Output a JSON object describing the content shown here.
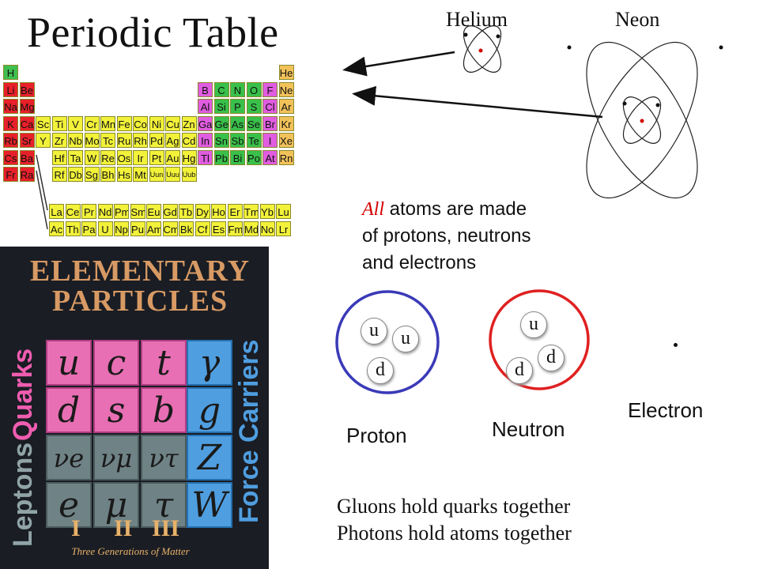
{
  "title": "Periodic Table",
  "atoms": {
    "helium": "Helium",
    "neon": "Neon"
  },
  "statement": {
    "emph": "All",
    "rest_line1": " atoms are made",
    "line2": "of protons, neutrons",
    "line3": "and electrons"
  },
  "particles": {
    "proton": {
      "label": "Proton",
      "quarks": [
        "u",
        "u",
        "d"
      ]
    },
    "neutron": {
      "label": "Neutron",
      "quarks": [
        "u",
        "d",
        "d"
      ]
    },
    "electron": {
      "label": "Electron"
    }
  },
  "footer": {
    "line1": "Gluons hold quarks together",
    "line2": "Photons hold atoms together"
  },
  "poster": {
    "title_line1": "ELEMENTARY",
    "title_line2": "PARTICLES",
    "quarks_label": "Quarks",
    "leptons_label": "Leptons",
    "force_label": "Force Carriers",
    "quark_symbols": [
      "u",
      "c",
      "t",
      "d",
      "s",
      "b"
    ],
    "lepton_symbols": [
      "νe",
      "νμ",
      "ντ",
      "e",
      "μ",
      "τ"
    ],
    "force_symbols": [
      "γ",
      "g",
      "Z",
      "W"
    ],
    "generations": [
      "I",
      "II",
      "III"
    ],
    "generations_caption": "Three Generations of Matter"
  },
  "periodic_table": {
    "colors": {
      "alkali": "#e8202a",
      "alkaline": "#e8202a",
      "hydrogen": "#3fbf4f",
      "transition": "#f2f23a",
      "metal": "#e9e93b",
      "metalloid": "#39c04a",
      "nonmetal": "#39c04a",
      "halogen": "#e05ce0",
      "noble": "#f2c25a",
      "lanthanide": "#f2f23a",
      "post": "#e05ce0"
    },
    "rows": [
      [
        "H",
        "",
        "",
        "",
        "",
        "",
        "",
        "",
        "",
        "",
        "",
        "",
        "",
        "",
        "",
        "",
        "",
        "He"
      ],
      [
        "Li",
        "Be",
        "",
        "",
        "",
        "",
        "",
        "",
        "",
        "",
        "",
        "",
        "B",
        "C",
        "N",
        "O",
        "F",
        "Ne"
      ],
      [
        "Na",
        "Mg",
        "",
        "",
        "",
        "",
        "",
        "",
        "",
        "",
        "",
        "",
        "Al",
        "Si",
        "P",
        "S",
        "Cl",
        "Ar"
      ],
      [
        "K",
        "Ca",
        "Sc",
        "Ti",
        "V",
        "Cr",
        "Mn",
        "Fe",
        "Co",
        "Ni",
        "Cu",
        "Zn",
        "Ga",
        "Ge",
        "As",
        "Se",
        "Br",
        "Kr"
      ],
      [
        "Rb",
        "Sr",
        "Y",
        "Zr",
        "Nb",
        "Mo",
        "Tc",
        "Ru",
        "Rh",
        "Pd",
        "Ag",
        "Cd",
        "In",
        "Sn",
        "Sb",
        "Te",
        "I",
        "Xe"
      ],
      [
        "Cs",
        "Ba",
        "",
        "Hf",
        "Ta",
        "W",
        "Re",
        "Os",
        "Ir",
        "Pt",
        "Au",
        "Hg",
        "Tl",
        "Pb",
        "Bi",
        "Po",
        "At",
        "Rn"
      ],
      [
        "Fr",
        "Ra",
        "",
        "Rf",
        "Db",
        "Sg",
        "Bh",
        "Hs",
        "Mt",
        "Uun",
        "Uuu",
        "Uub",
        "",
        "",
        "",
        "",
        "",
        ""
      ]
    ],
    "lanthanides": [
      "La",
      "Ce",
      "Pr",
      "Nd",
      "Pm",
      "Sm",
      "Eu",
      "Gd",
      "Tb",
      "Dy",
      "Ho",
      "Er",
      "Tm",
      "Yb",
      "Lu"
    ],
    "actinides": [
      "Ac",
      "Th",
      "Pa",
      "U",
      "Np",
      "Pu",
      "Am",
      "Cm",
      "Bk",
      "Cf",
      "Es",
      "Fm",
      "Md",
      "No",
      "Lr"
    ]
  }
}
